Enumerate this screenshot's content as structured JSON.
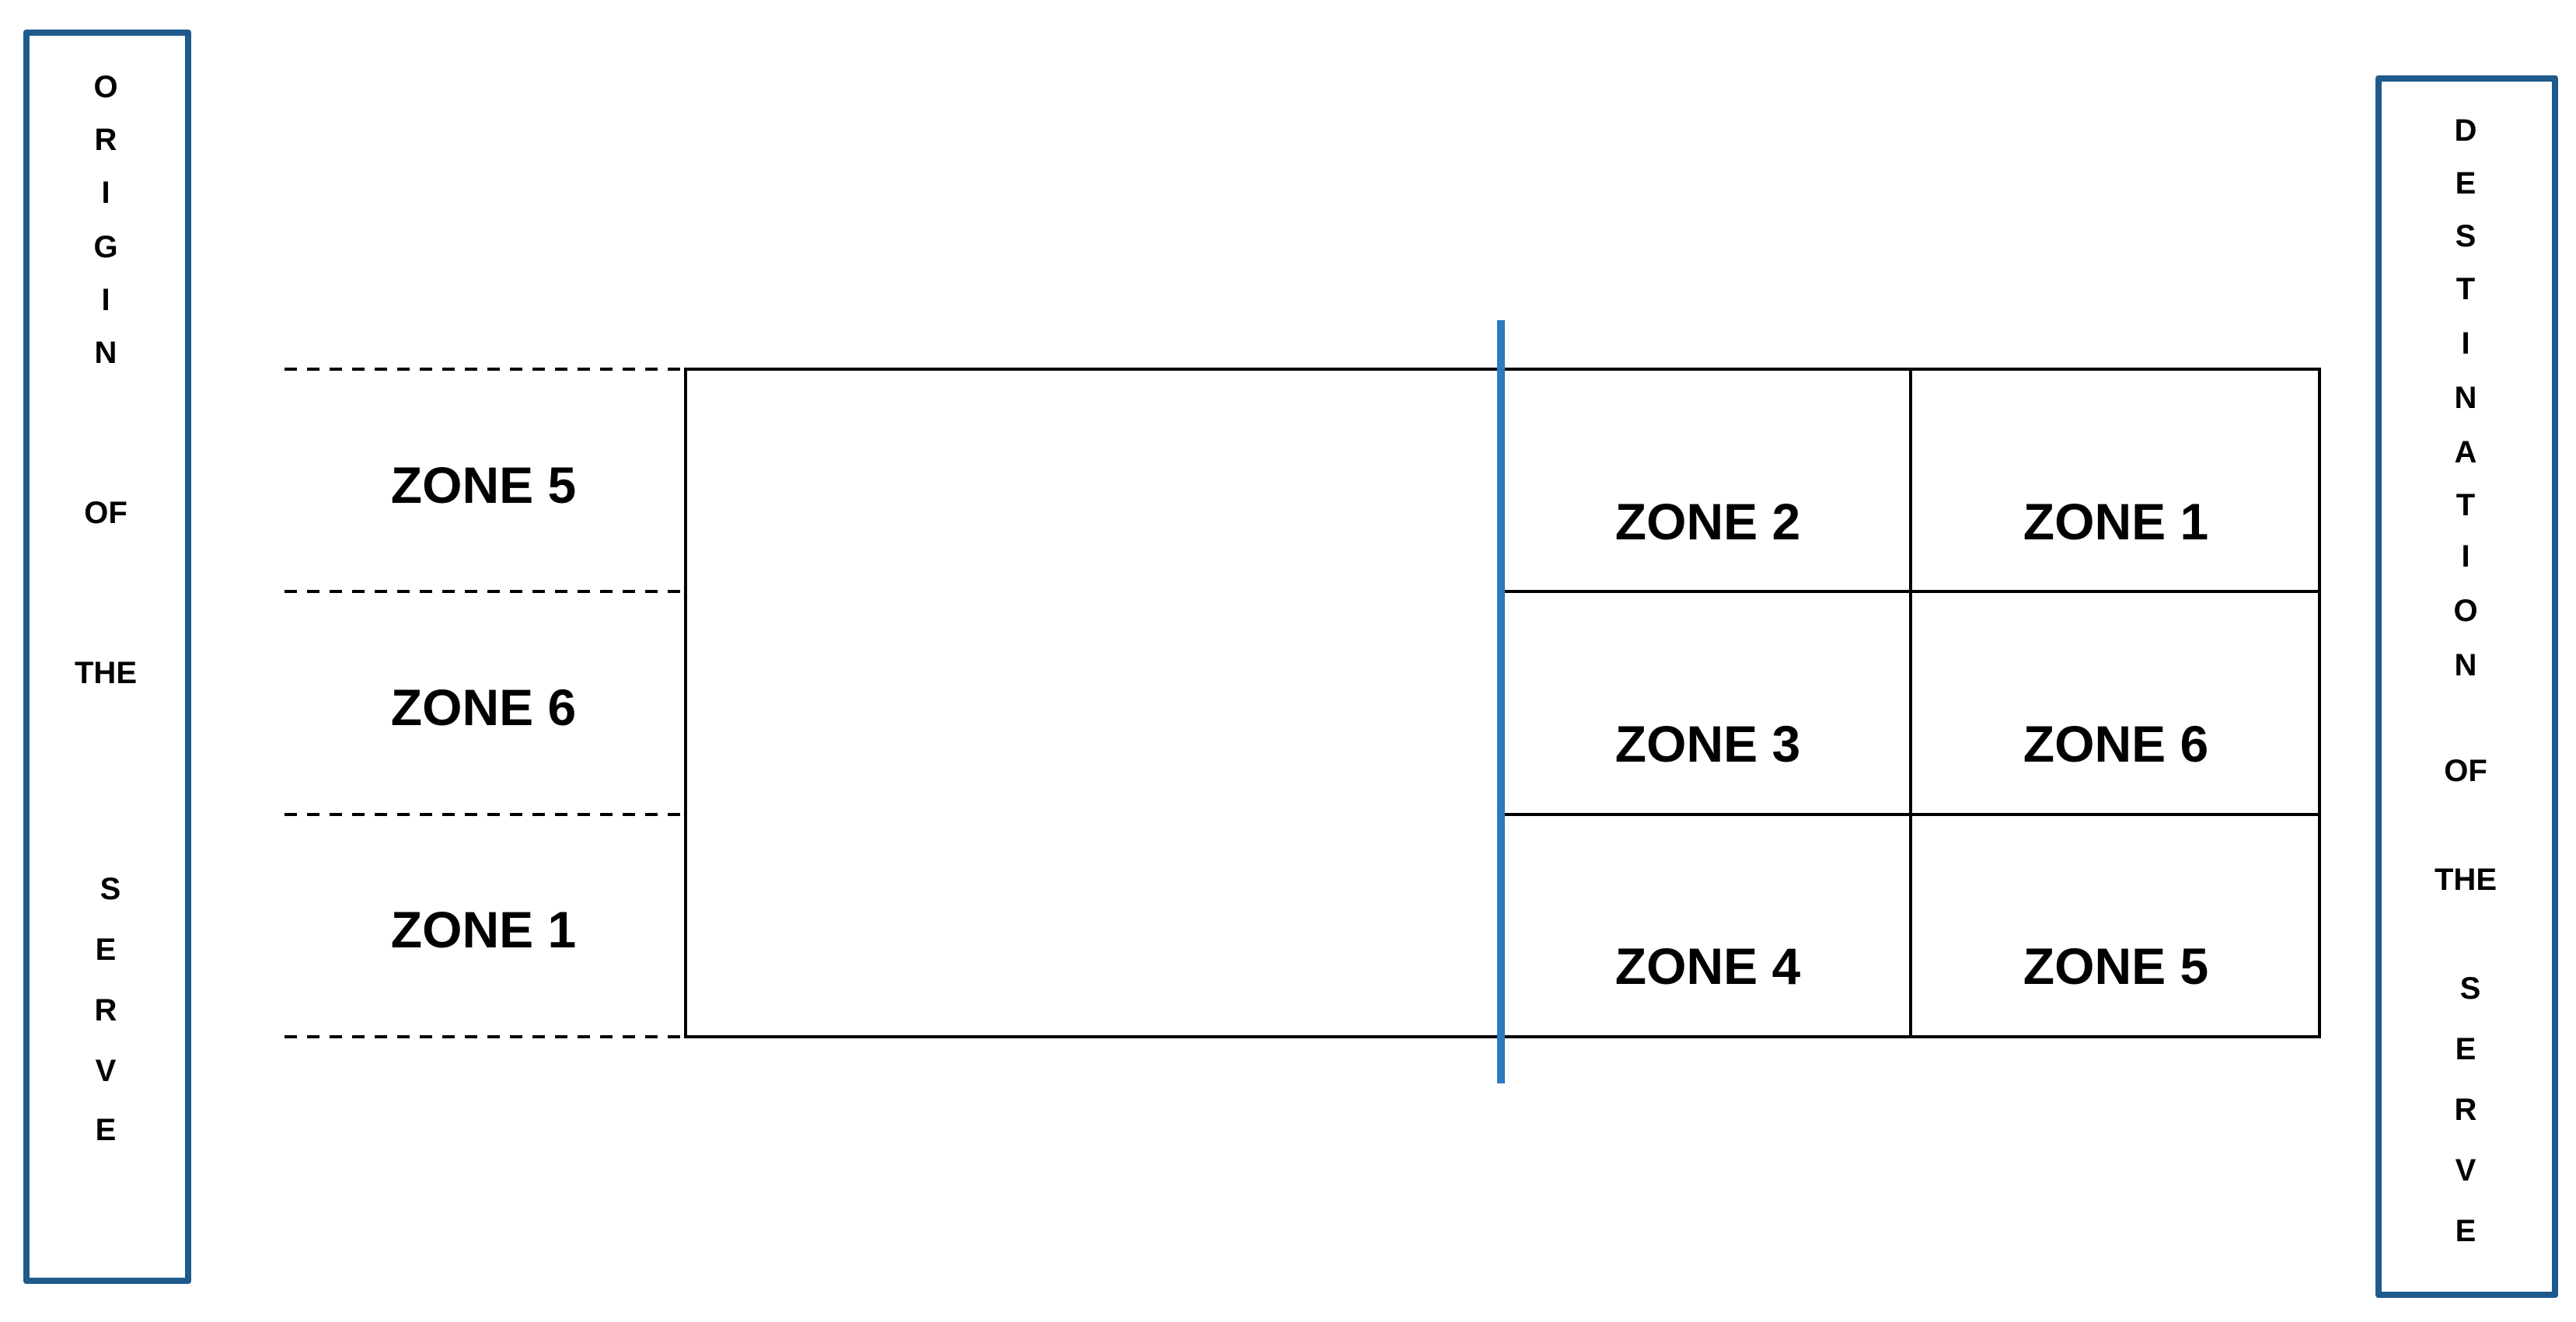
{
  "origin_panel": {
    "letters": [
      "O",
      "R",
      "I",
      "G",
      "I",
      "N",
      "OF",
      "THE",
      "S",
      "E",
      "R",
      "V",
      "E"
    ]
  },
  "destination_panel": {
    "letters": [
      "D",
      "E",
      "S",
      "T",
      "I",
      "N",
      "A",
      "T",
      "I",
      "O",
      "N",
      "OF",
      "THE",
      "S",
      "E",
      "R",
      "V",
      "E"
    ]
  },
  "serving_side_zones": [
    "ZONE 5",
    "ZONE 6",
    "ZONE 1"
  ],
  "receiving_side_zones": {
    "front_row": [
      "ZONE 2",
      "ZONE 3",
      "ZONE 4"
    ],
    "back_row": [
      "ZONE 1",
      "ZONE 6",
      "ZONE 5"
    ]
  },
  "colors": {
    "panel_border": "#1f5a8c",
    "net_line": "#2a7bbf",
    "court_lines": "#000000"
  }
}
